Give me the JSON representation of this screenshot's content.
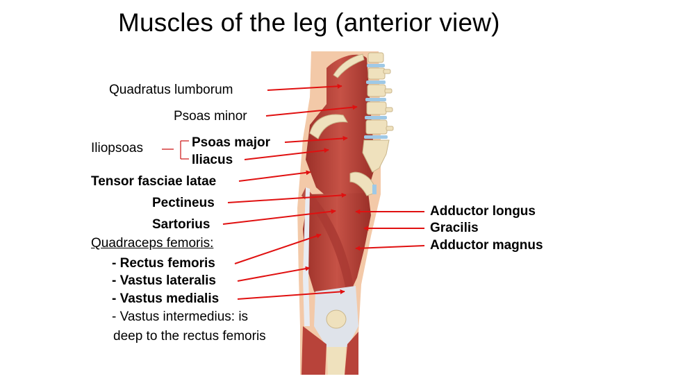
{
  "title": "Muscles of the leg (anterior view)",
  "labels": {
    "quadratus_lumborum": "Quadratus lumborum",
    "psoas_minor": "Psoas minor",
    "iliopsoas": "Iliopsoas",
    "psoas_major": "Psoas major",
    "iliacus": "Iliacus",
    "tensor_fasciae_latae": "Tensor fasciae latae",
    "pectineus": "Pectineus",
    "sartorius": "Sartorius",
    "quadriceps_heading": "Quadraceps femoris:",
    "rectus_femoris": "- Rectus femoris",
    "vastus_lateralis": "- Vastus lateralis",
    "vastus_medialis": "- Vastus medialis",
    "vastus_intermedius_1": "- Vastus intermedius: is",
    "vastus_intermedius_2": "deep to the rectus femoris",
    "adductor_longus": "Adductor longus",
    "gracilis": "Gracilis",
    "adductor_magnus": "Adductor magnus"
  },
  "colors": {
    "arrow": "#e01010",
    "bracket": "#cc1010",
    "muscle": "#b8433a",
    "muscle_dark": "#8e2a24",
    "tendon": "#dfe3ea",
    "bone": "#efe1bd",
    "disc": "#9fc9e6",
    "skin": "#f3c9a8"
  }
}
